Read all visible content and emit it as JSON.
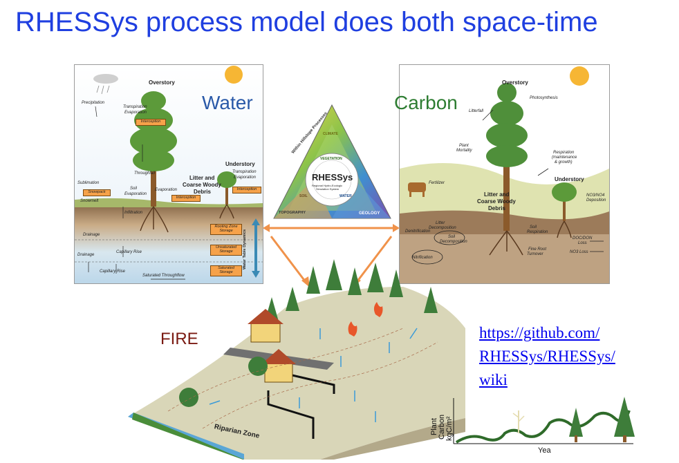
{
  "title": "RHESSys process model does both space-time",
  "water": {
    "label": "Water",
    "texts": {
      "overstory": "Overstory",
      "precipitation": "Precipitation",
      "transpiration": "Transpiration",
      "evaporation": "Evaporation",
      "interception": "Interception",
      "throughfall": "Throughfall",
      "understory": "Understory",
      "transpiration2": "Transpiration",
      "evaporation2": "Evaporation",
      "interception2": "Interception",
      "litter": "Litter and",
      "coarse": "Coarse Woody",
      "debris": "Debris",
      "sublimation": "Sublimation",
      "snowpack": "Snowpack",
      "snowmelt": "Snowmelt",
      "soil_evap1": "Soil",
      "soil_evap2": "Evaporation",
      "evaporation3": "Evaporation",
      "interception3": "Interception",
      "infiltration": "Infiltration",
      "rooting1": "Rooting Zone",
      "rooting2": "Storage",
      "drainage1": "Drainage",
      "capillary1": "Capillary Rise",
      "unsat1": "Unsaturated",
      "unsat2": "Storage",
      "drainage2": "Drainage",
      "capillary2": "Capillary Rise",
      "sat1": "Saturated",
      "sat2": "Storage",
      "sat_flow": "Saturated Throughflow",
      "water_table": "Water Table Dynamics"
    }
  },
  "carbon": {
    "label": "Carbon",
    "texts": {
      "overstory": "Overstory",
      "photosynthesis": "Photosynthesis",
      "litterfall": "Litterfall",
      "plant_mortality1": "Plant",
      "plant_mortality2": "Mortality",
      "respiration1": "Respiration",
      "respiration2": "(maintenance",
      "respiration3": "& growth)",
      "understory": "Understory",
      "fertilizer": "Fertilizer",
      "litter": "Litter and",
      "coarse": "Coarse Woody",
      "debris": "Debris",
      "no3_dep1": "NO3/NO4",
      "no3_dep2": "Deposition",
      "litter_decomp1": "Litter",
      "litter_decomp2": "Decomposition",
      "denitrification": "Denitrification",
      "soil_decomp1": "Soil",
      "soil_decomp2": "Decomposition",
      "soil_resp1": "Soil",
      "soil_resp2": "Respiration",
      "doc1": "DOC/DON",
      "doc2": "Loss",
      "fine_root1": "Fine Root",
      "fine_root2": "Turnover",
      "nitrification": "Nitrification",
      "no3_loss": "NO3 Loss"
    }
  },
  "triangle": {
    "ring_text": "Within Hillslope Processes",
    "center": "RHESSys",
    "center_sub1": "Regional Hydro-Ecologic",
    "center_sub2": "Simulation System",
    "vegetation": "VEGETATION",
    "soil": "SOIL",
    "water": "WATER",
    "geology": "GEOLOGY",
    "climate": "CLIMATE",
    "topography": "TOPOGRAPHY"
  },
  "fire": {
    "label": "FIRE",
    "riparian": "Riparian Zone"
  },
  "link": {
    "line1": "https://github.com/",
    "line2": "RHESSys/RHESSys/",
    "line3": "wiki"
  },
  "growth_chart": {
    "ylabel1": "Plant",
    "ylabel2": "Carbon",
    "ylabel3": "kgC/m²",
    "xlabel": "Yea"
  },
  "colors": {
    "title": "#1f3fe0",
    "water": "#2a59a8",
    "carbon": "#2e7d32",
    "fire": "#7a1a12",
    "arrow": "#f0924a",
    "storage": "#f6a24a"
  }
}
